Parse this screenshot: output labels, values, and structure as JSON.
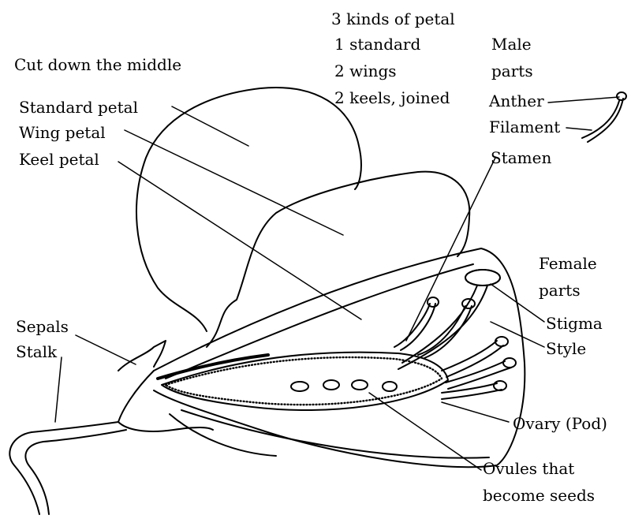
{
  "diagram": {
    "intro": "Cut down the middle",
    "petal_kinds": {
      "title": "3 kinds of petal",
      "items": [
        "1 standard",
        "2 wings",
        "2 keels, joined"
      ]
    },
    "male_parts": {
      "heading_line1": "Male",
      "heading_line2": "parts",
      "anther": "Anther",
      "filament": "Filament",
      "stamen": "Stamen"
    },
    "female_parts": {
      "heading_line1": "Female",
      "heading_line2": "parts",
      "stigma": "Stigma",
      "style": "Style",
      "ovary": "Ovary (Pod)",
      "ovules_line1": "Ovules that",
      "ovules_line2": "become seeds"
    },
    "petals": {
      "standard": "Standard petal",
      "wing": "Wing petal",
      "keel": "Keel petal"
    },
    "base": {
      "sepals": "Sepals",
      "stalk": "Stalk"
    },
    "colors": {
      "ink": "#000000",
      "background": "#ffffff"
    }
  }
}
